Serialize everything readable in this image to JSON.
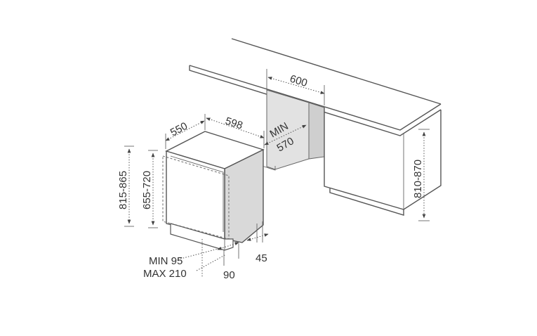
{
  "dimensions": {
    "niche_width": "600",
    "niche_min_depth": "MIN",
    "niche_min_depth_value": "570",
    "appliance_depth": "550",
    "appliance_width": "598",
    "cabinet_height": "810-870",
    "total_height": "815-865",
    "body_height": "655-720",
    "plinth_min": "MIN 95",
    "plinth_max": "MAX 210",
    "foot_depth": "90",
    "door_offset": "45"
  },
  "colors": {
    "line": "#555555",
    "niche_fill": "#e2e2e2",
    "appliance_side": "#d9d9d9",
    "text": "#333333"
  }
}
